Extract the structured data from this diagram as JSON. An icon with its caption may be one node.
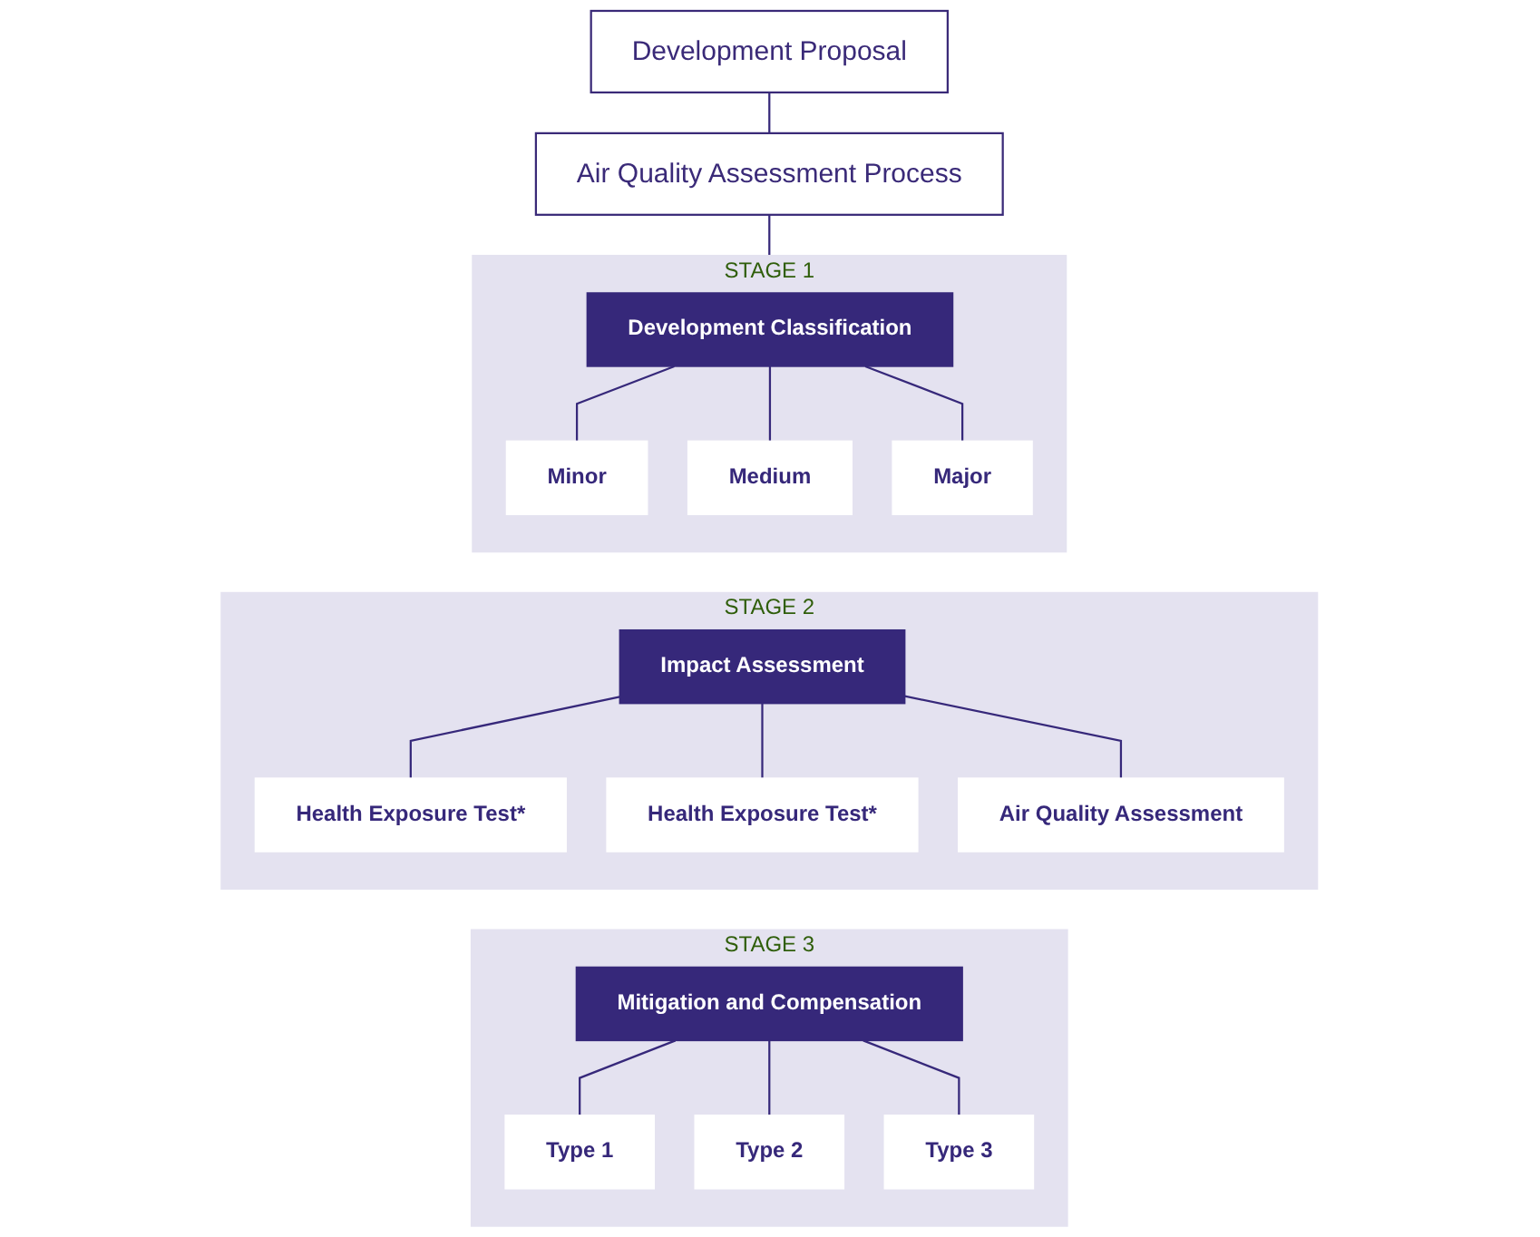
{
  "diagram": {
    "nodes": [
      {
        "text": [
          "Development Proposal"
        ]
      },
      {
        "text": [
          "Air Quality Assessment Process"
        ]
      },
      {
        "text": [
          "STAGE 1"
        ]
      },
      {
        "text": [
          "Development Classification"
        ],
        "in": 2
      },
      {
        "text": [
          "Minor"
        ],
        "in": 2
      },
      {
        "text": [
          "Medium"
        ],
        "in": 2
      },
      {
        "text": [
          "Major"
        ],
        "in": 2
      },
      {
        "text": [
          "STAGE 2"
        ]
      },
      {
        "text": [
          "Impact Assessment"
        ],
        "in": 7
      },
      {
        "text": [
          "Health Exposure Test*"
        ],
        "in": 7
      },
      {
        "text": [
          "Health Exposure Test*"
        ],
        "in": 7
      },
      {
        "text": [
          "Air Quality Assessment"
        ],
        "in": 7
      },
      {
        "text": [
          "STAGE 3"
        ]
      },
      {
        "text": [
          "Mitigation and Compensation"
        ],
        "in": 12
      },
      {
        "text": [
          "Type 1"
        ],
        "in": 12
      },
      {
        "text": [
          "Type 2"
        ],
        "in": 12
      },
      {
        "text": [
          "Type 3"
        ],
        "in": 12
      }
    ],
    "edges": [
      {
        "from": 0,
        "to": 1,
        "arrow": "none"
      },
      {
        "from": 1,
        "to": 2,
        "arrow": "none"
      },
      {
        "from": 3,
        "to": 4,
        "arrow": "none"
      },
      {
        "from": 3,
        "to": 5,
        "arrow": "none"
      },
      {
        "from": 3,
        "to": 6,
        "arrow": "none"
      },
      {
        "from": 8,
        "to": 9,
        "arrow": "none"
      },
      {
        "from": 8,
        "to": 10,
        "arrow": "none"
      },
      {
        "from": 8,
        "to": 11,
        "arrow": "none"
      },
      {
        "from": 13,
        "to": 14,
        "arrow": "none"
      },
      {
        "from": 13,
        "to": 15,
        "arrow": "none"
      },
      {
        "from": 13,
        "to": 16,
        "arrow": "none"
      }
    ]
  }
}
